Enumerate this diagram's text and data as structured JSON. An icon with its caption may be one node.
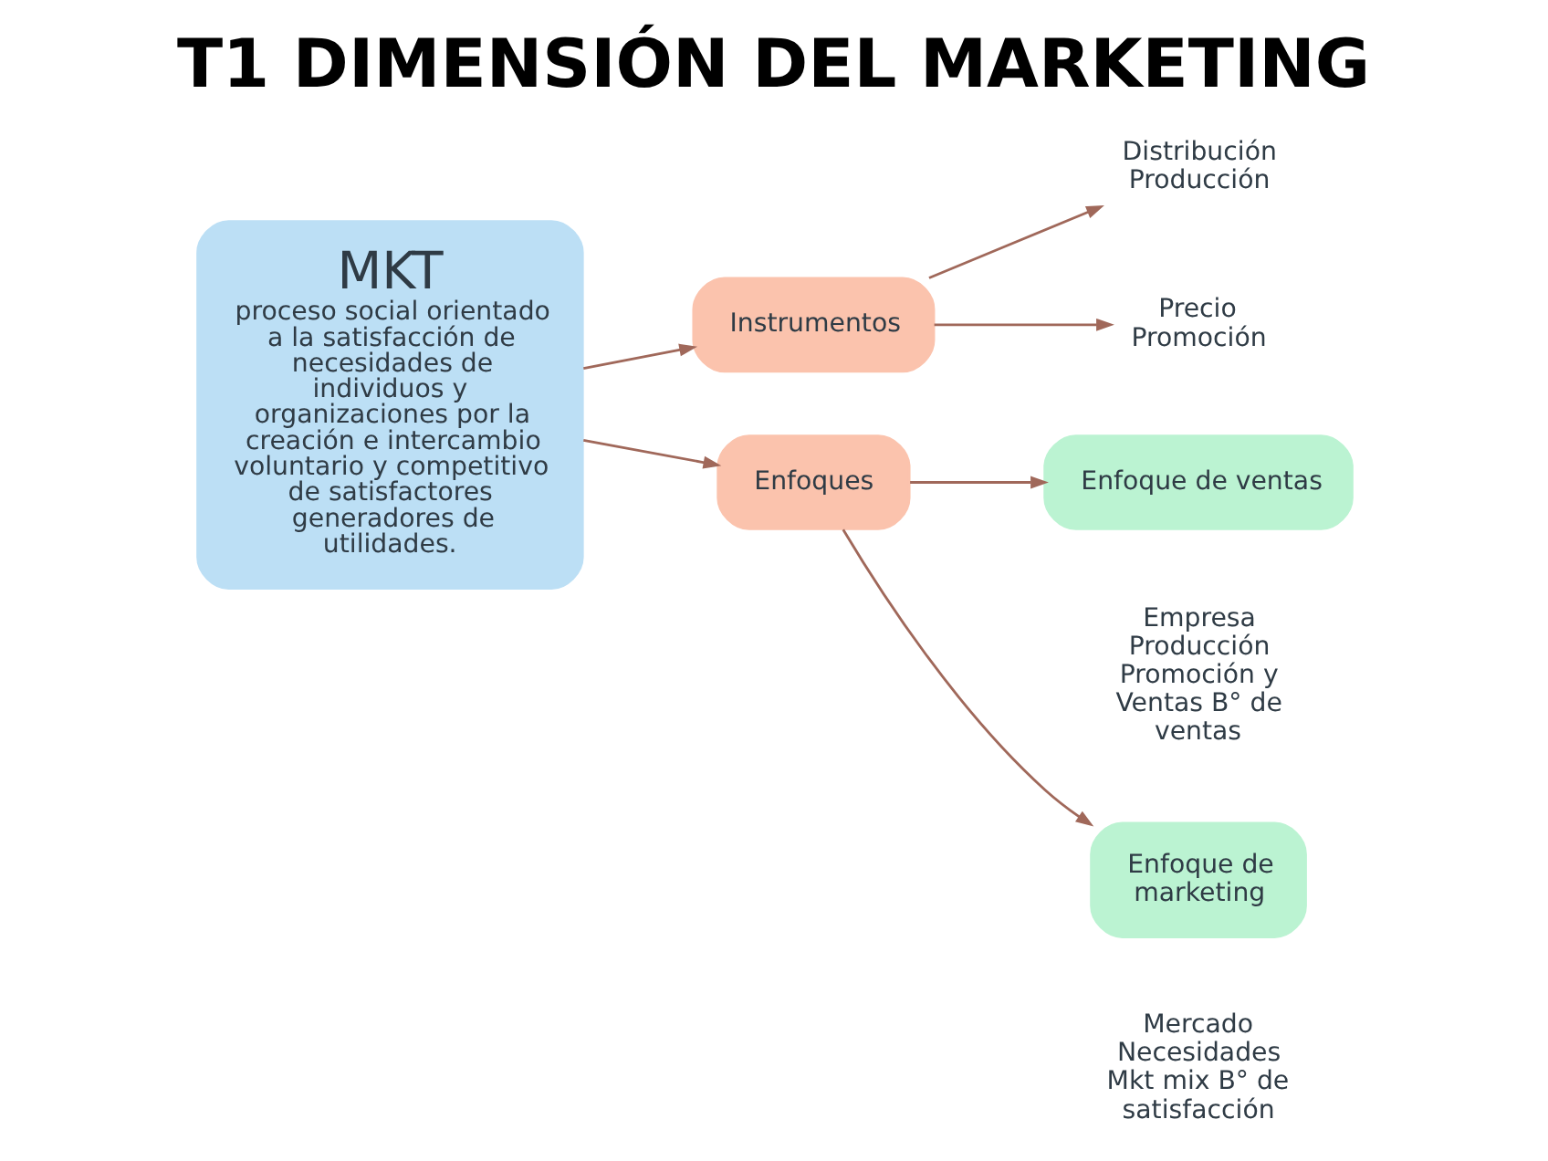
{
  "diagram": {
    "title": "T1 DIMENSIÓN DEL MARKETING",
    "nodes": [
      {
        "text": [
          "MKT",
          "proceso social orientado a la satisfacción de necesidades de individuos y organizaciones por la creación e intercambio voluntario y competitivo de satisfactores generadores de utilidades."
        ]
      },
      {
        "text": [
          "Instrumentos"
        ]
      },
      {
        "text": [
          "Distribución Producción"
        ]
      },
      {
        "text": [
          "Precio Promoción"
        ]
      },
      {
        "text": [
          "Enfoques"
        ]
      },
      {
        "text": [
          "Enfoque de ventas"
        ],
        "beside": [
          "Empresa Producción Promoción y Ventas B° de ventas"
        ]
      },
      {
        "text": [
          "Enfoque de marketing"
        ],
        "beside": [
          "Mercado Necesidades Mkt mix B° de satisfacción"
        ]
      }
    ],
    "edges": [
      {
        "from": 0,
        "to": 1,
        "arrow": "to"
      },
      {
        "from": 0,
        "to": 4,
        "arrow": "to"
      },
      {
        "from": 1,
        "to": 2,
        "arrow": "to"
      },
      {
        "from": 1,
        "to": 3,
        "arrow": "to"
      },
      {
        "from": 4,
        "to": 5,
        "arrow": "to"
      },
      {
        "from": 4,
        "to": 6,
        "arrow": "to"
      }
    ]
  }
}
